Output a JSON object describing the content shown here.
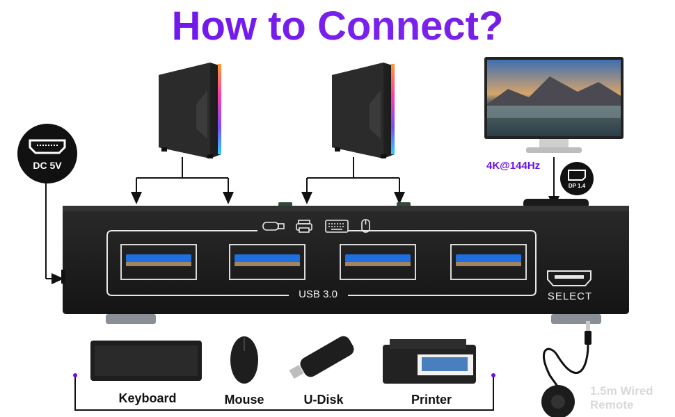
{
  "title": "How to Connect?",
  "power_badge": {
    "text": "DC 5V",
    "icon": "hdmi-port-icon"
  },
  "monitor": {
    "resolution": "4K@144Hz",
    "port_badge": "DP 1.4"
  },
  "switch_box": {
    "usb_label": "USB 3.0",
    "select_label": "SELECT",
    "usb_port_count": 4,
    "top_icons": [
      "usb-stick-icon",
      "printer-icon",
      "keyboard-icon",
      "mouse-icon"
    ]
  },
  "peripherals": [
    {
      "label": "Keyboard",
      "icon": "keyboard-icon"
    },
    {
      "label": "Mouse",
      "icon": "mouse-icon"
    },
    {
      "label": "U-Disk",
      "icon": "usb-drive-icon"
    },
    {
      "label": "Printer",
      "icon": "printer-icon"
    }
  ],
  "remote": {
    "label": "1.5m Wired Remote"
  },
  "colors": {
    "title": "#6a10e8",
    "resolution_text": "#6a10e8",
    "usb_blue": "#1f6fe0",
    "box": "#1b1b1b"
  }
}
